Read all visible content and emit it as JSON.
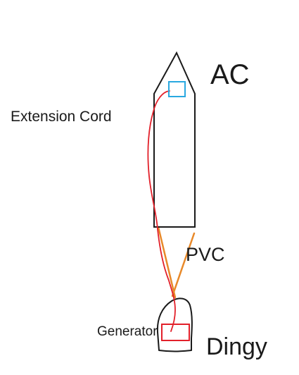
{
  "labels": {
    "ac": "AC",
    "extension_cord": "Extension Cord",
    "pvc": "PVC",
    "generator": "Generator",
    "dingy": "Dingy"
  },
  "colors": {
    "outline": "#1a1a1a",
    "ac_unit": "#29a8e0",
    "cord": "#e2202a",
    "pvc": "#e8892a",
    "generator": "#e2202a"
  }
}
